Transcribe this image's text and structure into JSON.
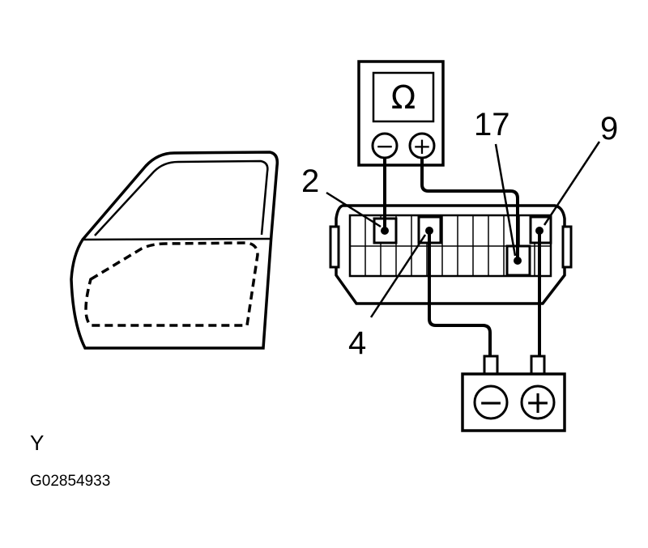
{
  "ohmmeter": {
    "symbol": "Ω",
    "minus": "−",
    "plus": "+"
  },
  "battery": {
    "minus": "−",
    "plus": "+"
  },
  "pins": {
    "pin2": "2",
    "pin4": "4",
    "pin17": "17",
    "pin9": "9"
  },
  "view_label": "Y",
  "figure_code": "G02854933"
}
